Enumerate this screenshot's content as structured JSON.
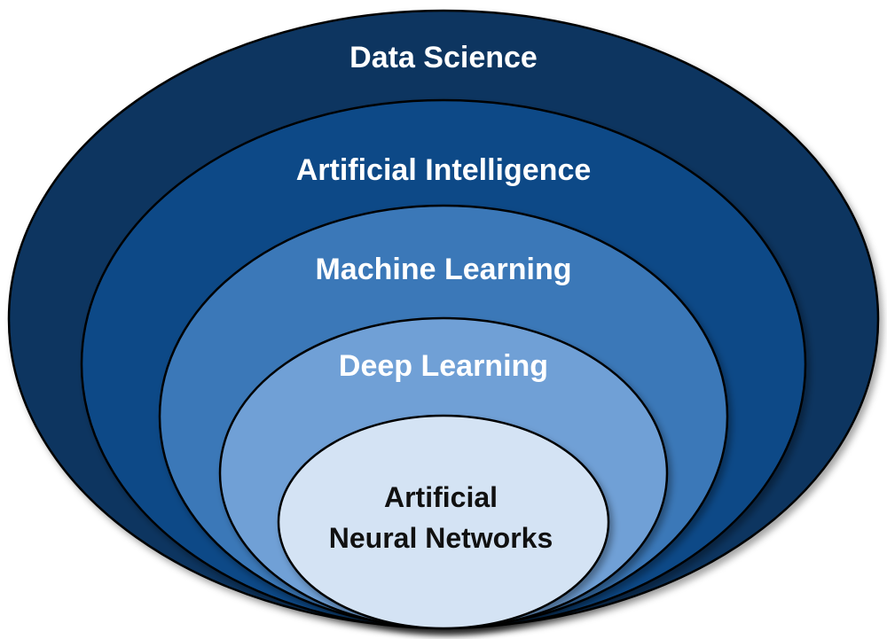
{
  "diagram": {
    "layers": [
      {
        "label": "Data Science",
        "color": "#0c3660"
      },
      {
        "label": "Artificial Intelligence",
        "color": "#0d4a87"
      },
      {
        "label": "Machine Learning",
        "color": "#3b78b8"
      },
      {
        "label": "Deep Learning",
        "color": "#6fa0d6"
      },
      {
        "label_line1": "Artificial",
        "label_line2": "Neural Networks",
        "color": "#d4e3f4"
      }
    ]
  }
}
